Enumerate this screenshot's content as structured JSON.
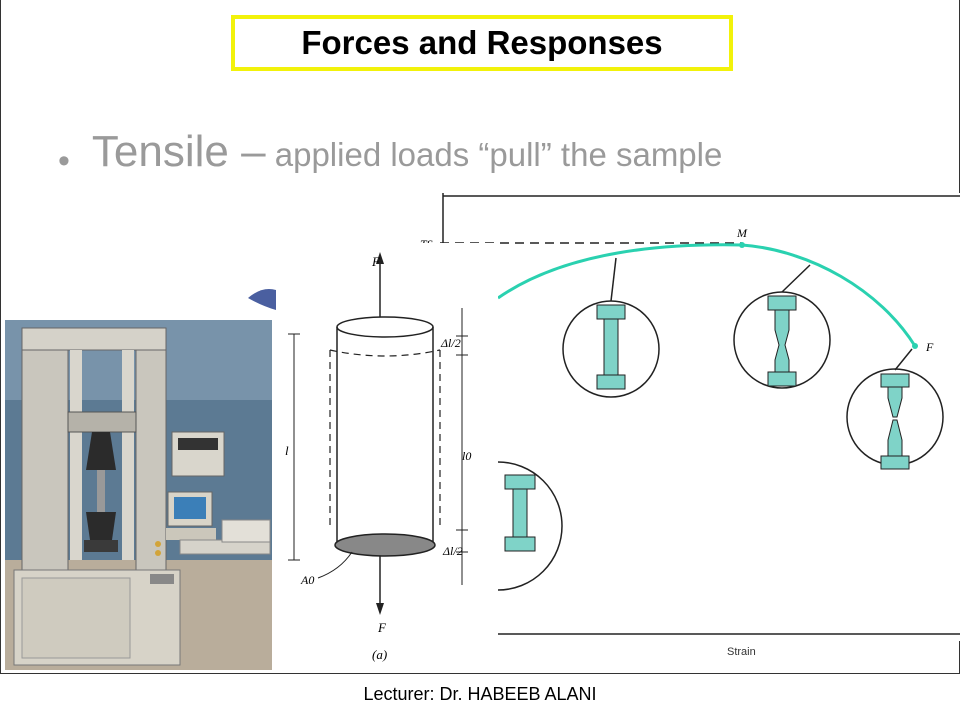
{
  "slide": {
    "title": "Forces and Responses",
    "bullet": {
      "term": "Tensile –",
      "description": " applied loads “pull” the sample"
    },
    "footer": "Lecturer: Dr. HABEEB ALANI"
  },
  "figure_cylinder": {
    "force_top": "F",
    "force_bottom": "F",
    "delta_top": "Δl/2",
    "delta_bottom": "Δl/2",
    "length": "l",
    "original_length": "l0",
    "area": "A0",
    "caption": "(a)"
  },
  "figure_curve": {
    "ts_label": "TS",
    "point_m": "M",
    "point_f": "F",
    "xlabel": "Strain"
  },
  "colors": {
    "title_border": "#f2f20a",
    "bullet_text": "#9a9a9a",
    "curve": "#2ad1b0",
    "specimen": "#7fd3c8"
  }
}
